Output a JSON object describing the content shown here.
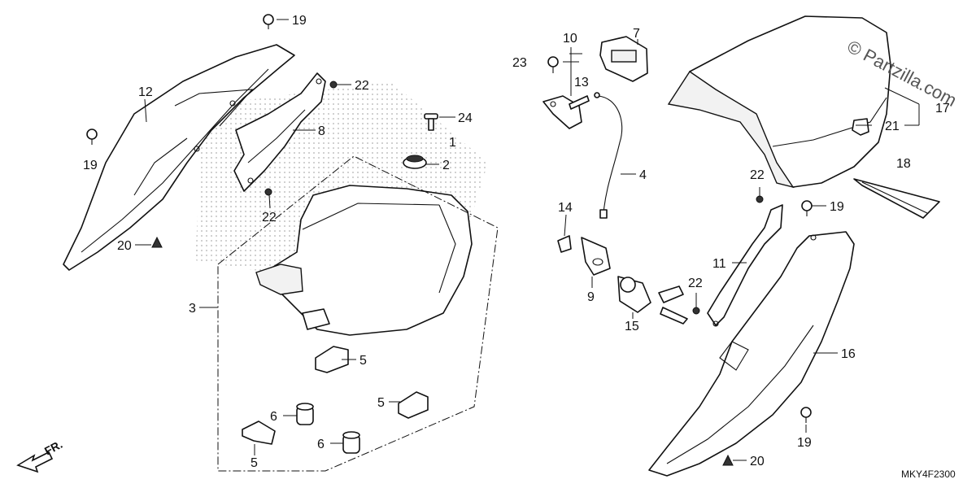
{
  "callouts": {
    "c1": "1",
    "c2": "2",
    "c3": "3",
    "c4": "4",
    "c5a": "5",
    "c5b": "5",
    "c5c": "5",
    "c6a": "6",
    "c6b": "6",
    "c7": "7",
    "c8": "8",
    "c9": "9",
    "c10": "10",
    "c11": "11",
    "c12": "12",
    "c13": "13",
    "c14": "14",
    "c15": "15",
    "c16": "16",
    "c17": "17",
    "c18": "18",
    "c19a": "19",
    "c19b": "19",
    "c19c": "19",
    "c19d": "19",
    "c20a": "20",
    "c20b": "20",
    "c21": "21",
    "c22a": "22",
    "c22b": "22",
    "c22c": "22",
    "c22d": "22",
    "c23": "23",
    "c24": "24"
  },
  "watermark": "© Partzilla.com",
  "direction_label": "FR.",
  "diagram_code": "MKY4F2300"
}
